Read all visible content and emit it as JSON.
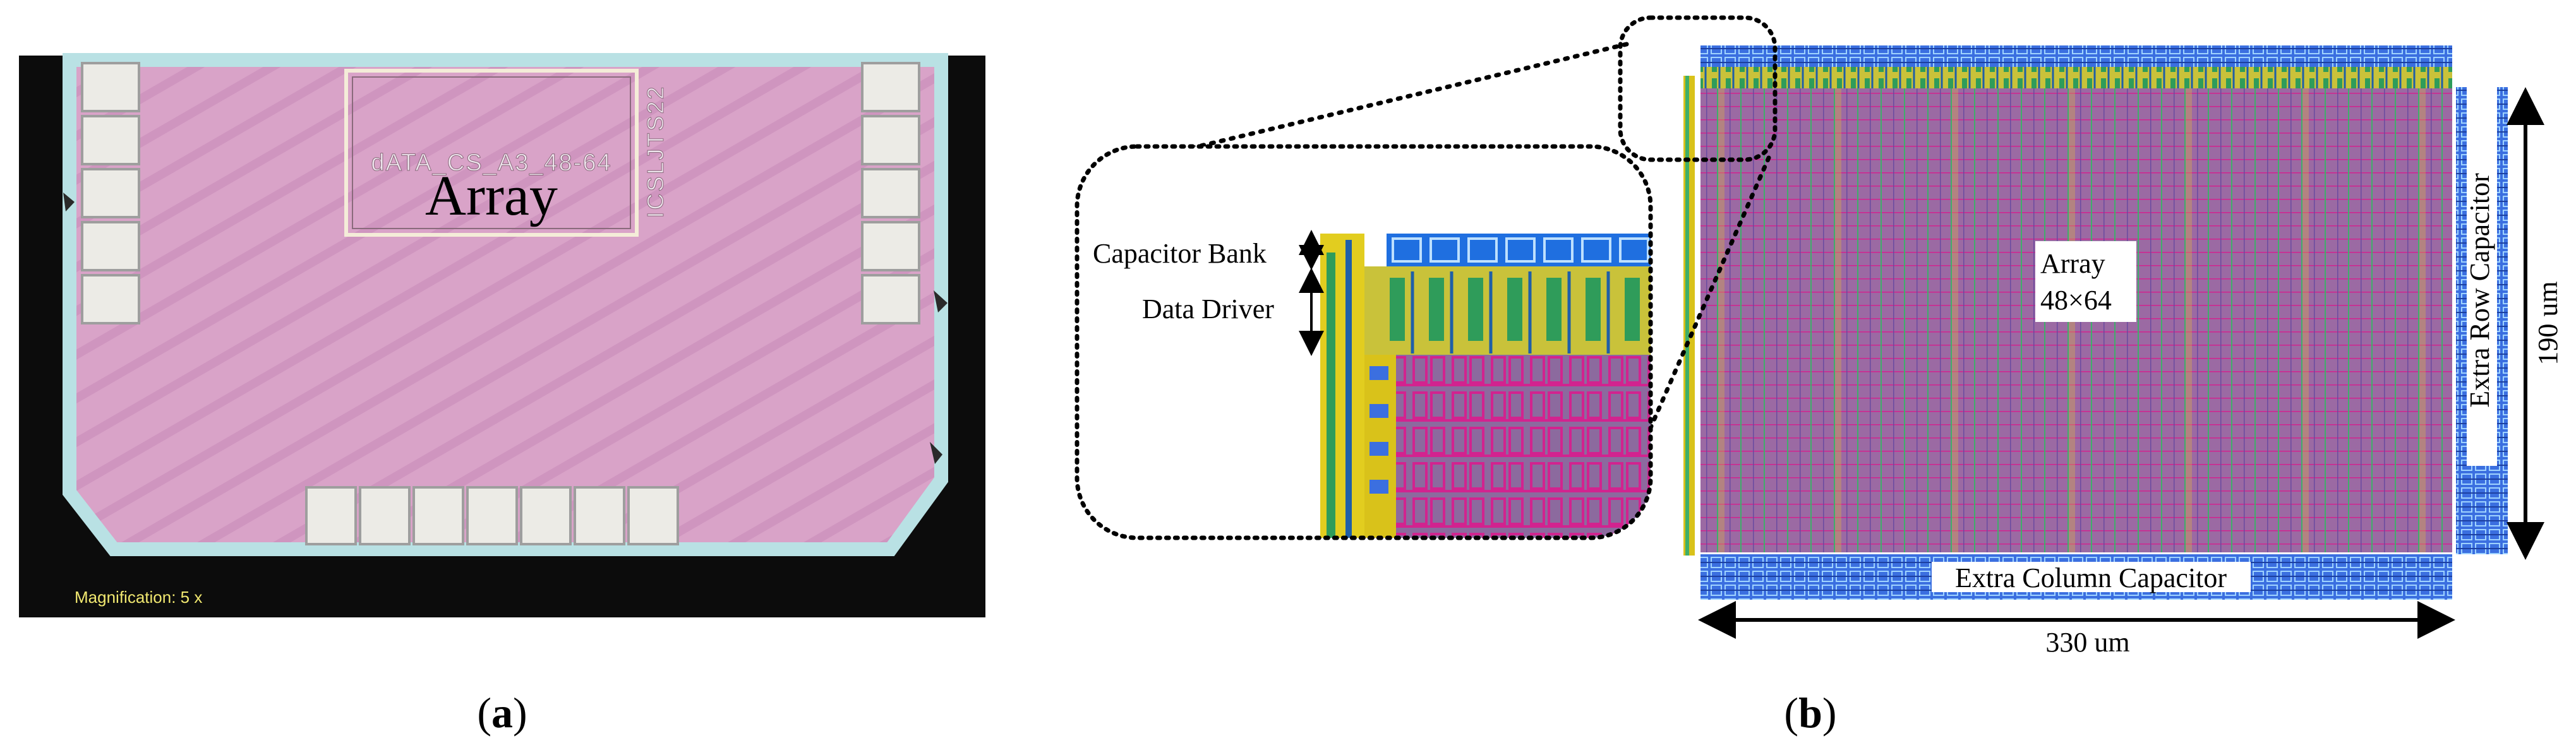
{
  "panel_a": {
    "caption_open": "(",
    "caption_letter": "a",
    "caption_close": ")",
    "array_label": "Array",
    "die_marking": "dATA_CS_A3_48-64",
    "side_marking": "ICSLJTS22",
    "magnification": "Magnification:  5 x",
    "colors": {
      "die": "#d9a3c8",
      "background": "#0c0c0c",
      "border_ring": "#b9e1e4",
      "pad": "#ecebe6",
      "label_text": "#f1e870"
    }
  },
  "panel_b": {
    "caption_open": "(",
    "caption_letter": "b",
    "caption_close": ")",
    "array_label_line1": "Array",
    "array_label_line2": "48×64",
    "extra_row": "Extra Row Capacitor",
    "extra_column": "Extra Column Capacitor",
    "width_dim": "330 um",
    "height_dim": "190 um",
    "zoom_capacitor_bank": "Capacitor Bank",
    "zoom_data_driver": "Data Driver",
    "colors": {
      "array_fill": "#9b6aa3",
      "grid_line": "#d2238f",
      "capacitor": "#3b6fe0",
      "driver": "#2f9c5a",
      "metal": "#d9c21a"
    }
  }
}
